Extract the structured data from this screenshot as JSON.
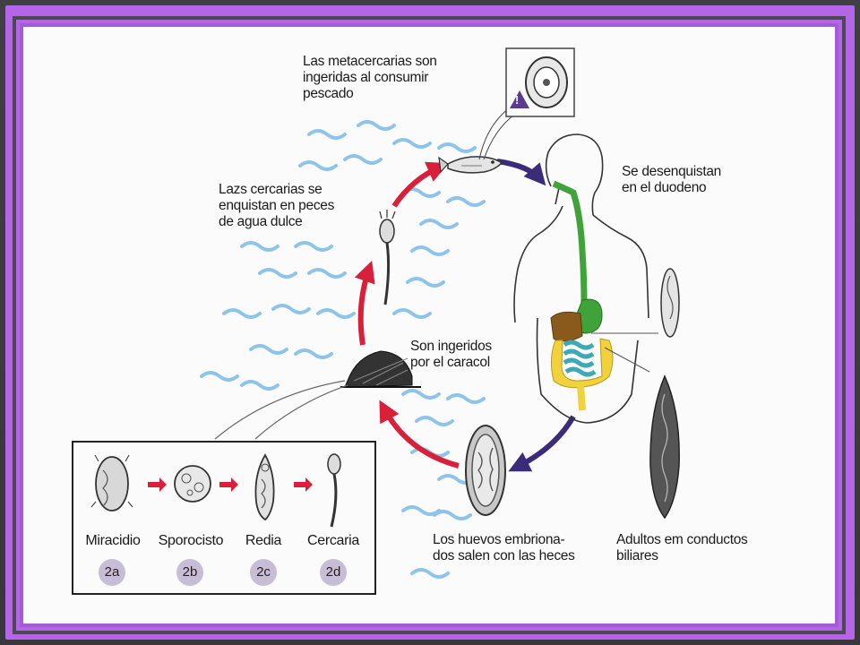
{
  "labels": {
    "metacercarias": "Las metacercarias son\ningeridas al consumir\npescado",
    "enquistan": "Lazs cercarias se\nenquistan en peces\nde agua dulce",
    "desenquistan": "Se desenquistan\nen el duodeno",
    "caracol": "Son ingeridos\npor el caracol",
    "huevos": "Los huevos embriona-\ndos salen con las heces",
    "adultos": "Adultos em conductos\nbiliares"
  },
  "stages": [
    {
      "name": "Miracidio",
      "badge": "2a"
    },
    {
      "name": "Sporocisto",
      "badge": "2b"
    },
    {
      "name": "Redia",
      "badge": "2c"
    },
    {
      "name": "Cercaria",
      "badge": "2d"
    }
  ],
  "warning_glyph": "!",
  "colors": {
    "frame": "#b565e8",
    "red_arrow": "#d8203a",
    "navy_arrow": "#3b2c7a",
    "water": "#8ec3ea",
    "stomach_green": "#3fa33a",
    "liver_brown": "#8a5a1c",
    "intestine_yellow": "#f2d23c",
    "small_intestine_teal": "#3ea9b5"
  }
}
